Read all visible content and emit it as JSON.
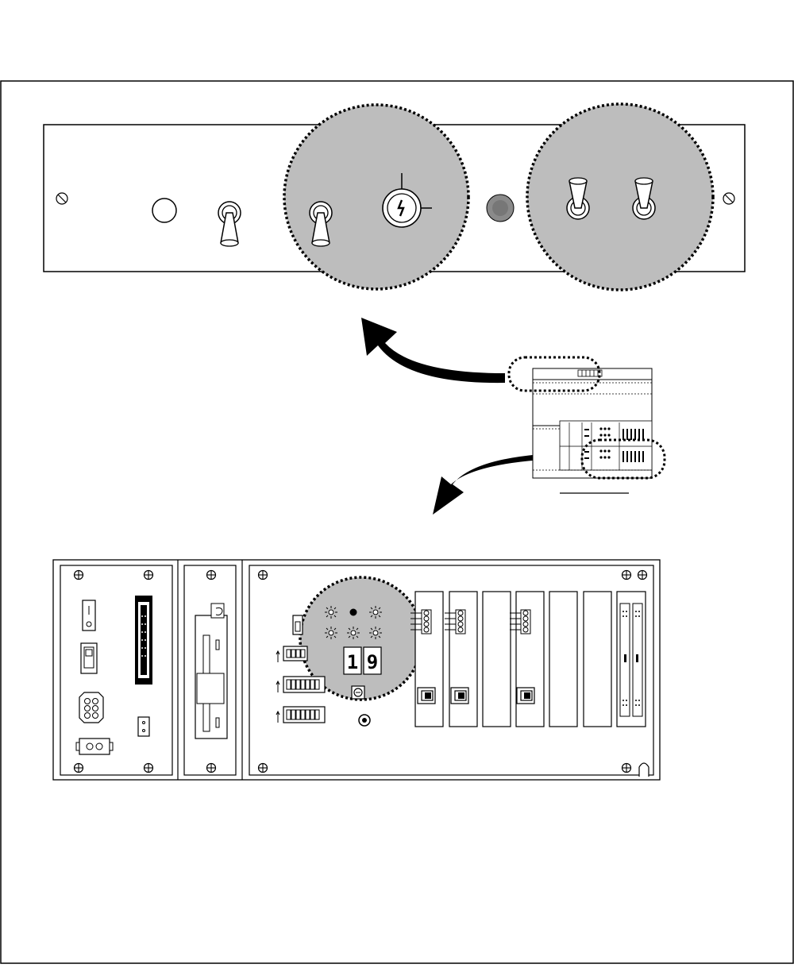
{
  "figure": {
    "description_text": "",
    "control_panel": {
      "items": [
        {
          "kind": "screw"
        },
        {
          "kind": "round-indicator"
        },
        {
          "kind": "toggle-switch-down"
        },
        {
          "kind": "toggle-switch-down",
          "highlighted": true
        },
        {
          "kind": "key-switch",
          "highlighted": true
        },
        {
          "kind": "indicator-lamp"
        },
        {
          "kind": "toggle-switch-up",
          "highlighted": true
        },
        {
          "kind": "toggle-switch-up",
          "highlighted": true
        },
        {
          "kind": "screw"
        }
      ]
    },
    "controller_panel": {
      "display_digits": [
        "1",
        "9"
      ],
      "status_leds": 6,
      "io_modules": 7
    },
    "colors": {
      "line": "#000000",
      "highlight_fill": "#bdbdbd",
      "panel_fill": "#ffffff",
      "lamp_fill": "#8a8a8a"
    },
    "icons": [
      "screw-icon",
      "toggle-switch-icon",
      "key-switch-icon",
      "indicator-lamp-icon",
      "connector-icon",
      "rj45-port-icon",
      "dip-switch-icon",
      "led-icon",
      "reset-button-icon"
    ]
  }
}
